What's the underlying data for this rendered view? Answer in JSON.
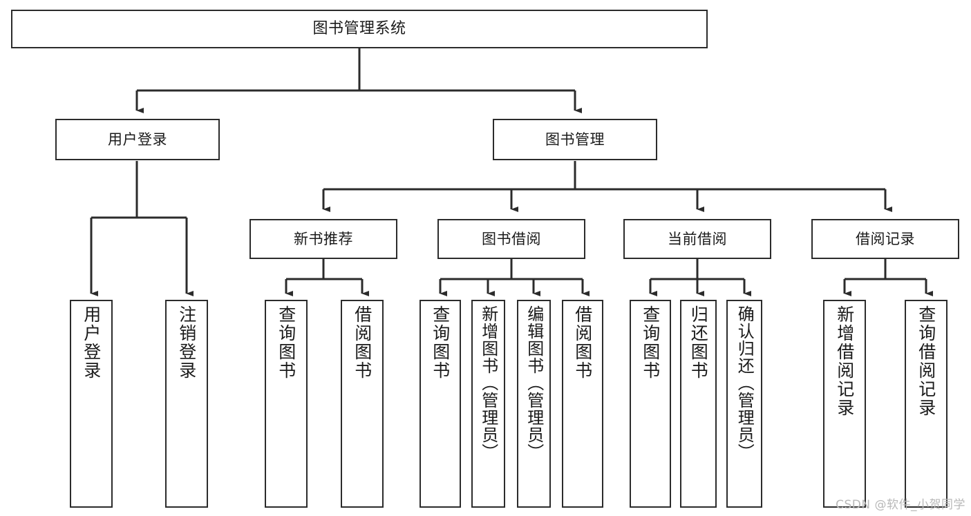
{
  "diagram": {
    "title": "图书管理系统",
    "type": "tree-hierarchy-chart",
    "orientation": "top-down",
    "colors": {
      "box_border": "#2b2b2b",
      "box_fill": "#ffffff",
      "connector": "#2b2b2b",
      "text": "#1a1a1a",
      "watermark": "#b8b8b8",
      "background": "#ffffff"
    }
  },
  "watermark": {
    "text": "CSDN @软件_小贺同学"
  },
  "nodes": {
    "root": {
      "label": "图书管理系统"
    },
    "level1": [
      {
        "id": "user-login",
        "label": "用户登录"
      },
      {
        "id": "book-manage",
        "label": "图书管理"
      }
    ],
    "level2": [
      {
        "id": "new-book-recommend",
        "label": "新书推荐"
      },
      {
        "id": "book-borrow",
        "label": "图书借阅"
      },
      {
        "id": "current-borrow",
        "label": "当前借阅"
      },
      {
        "id": "borrow-record",
        "label": "借阅记录"
      }
    ],
    "leaves": {
      "user_login": [
        {
          "id": "leaf-user-login",
          "label": "用户登录"
        },
        {
          "id": "leaf-logout-login",
          "label": "注销登录"
        }
      ],
      "new_book_recommend": [
        {
          "id": "leaf-query-book-1",
          "label": "查询图书"
        },
        {
          "id": "leaf-borrow-book-1",
          "label": "借阅图书"
        }
      ],
      "book_borrow": [
        {
          "id": "leaf-query-book-2",
          "label": "查询图书"
        },
        {
          "id": "leaf-add-book",
          "label": "新增图书（管理员）"
        },
        {
          "id": "leaf-edit-book",
          "label": "编辑图书（管理员）"
        },
        {
          "id": "leaf-borrow-book-2",
          "label": "借阅图书"
        }
      ],
      "current_borrow": [
        {
          "id": "leaf-query-book-3",
          "label": "查询图书"
        },
        {
          "id": "leaf-return-book",
          "label": "归还图书"
        },
        {
          "id": "leaf-confirm-return",
          "label": "确认归还（管理员）"
        }
      ],
      "borrow_record": [
        {
          "id": "leaf-add-record",
          "label": "新增借阅记录"
        },
        {
          "id": "leaf-query-record",
          "label": "查询借阅记录"
        }
      ]
    }
  }
}
